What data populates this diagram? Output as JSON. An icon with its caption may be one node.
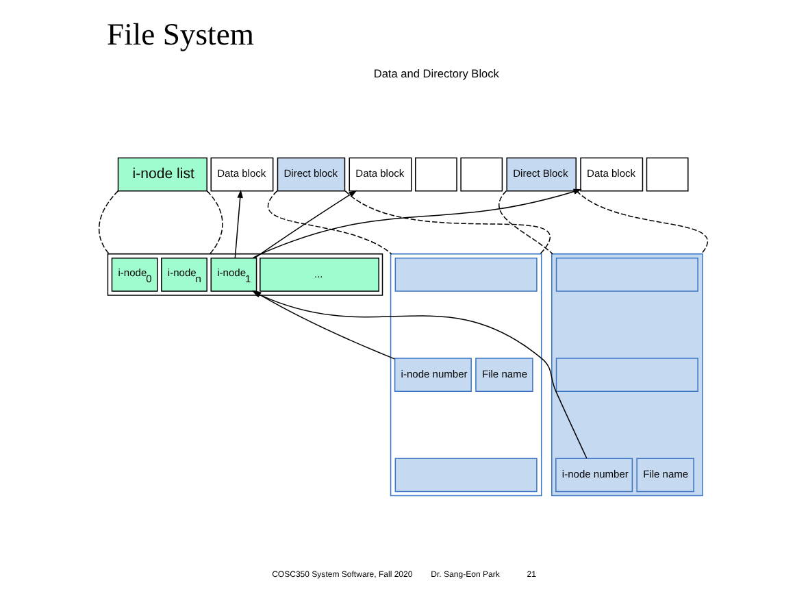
{
  "diagram": {
    "title": "File System",
    "nodes": [
      {
        "text": [
          "i-node list"
        ]
      },
      {
        "text": [
          "Data block"
        ]
      },
      {
        "text": [
          "Direct block"
        ]
      },
      {
        "text": [
          "Data block"
        ]
      },
      {
        "text": [],
        "shape": "box"
      },
      {
        "text": [],
        "shape": "box"
      },
      {
        "text": [
          "Direct Block"
        ]
      },
      {
        "text": [
          "Data block"
        ]
      },
      {
        "text": [],
        "shape": "box"
      },
      {
        "text": [],
        "shape": "box"
      },
      {
        "text": [
          "i-node$_{0}$"
        ],
        "in": 9
      },
      {
        "text": [
          "i-node$_{1}$"
        ],
        "in": 9
      },
      {
        "text": [
          "..."
        ],
        "in": 9
      },
      {
        "text": [
          "i-node$_{n}$"
        ],
        "in": 9
      },
      {
        "text": [],
        "shape": "box"
      },
      {
        "text": [],
        "shape": "box",
        "in": 14
      },
      {
        "text": [
          "i-node number"
        ],
        "in": 14
      },
      {
        "text": [
          "File name"
        ],
        "in": 14
      },
      {
        "text": [],
        "shape": "box",
        "in": 14
      },
      {
        "text": [],
        "shape": "box"
      },
      {
        "text": [],
        "shape": "box",
        "in": 19
      },
      {
        "text": [],
        "shape": "box",
        "in": 19
      },
      {
        "text": [
          "i-node number"
        ],
        "in": 19
      },
      {
        "text": [
          "File name"
        ],
        "in": 19
      }
    ],
    "edges": [
      {
        "from": 0,
        "to": 9,
        "arrow": "none",
        "style": "dashed"
      },
      {
        "from": 0,
        "to": 9,
        "arrow": "none",
        "style": "dashed"
      },
      {
        "from": 2,
        "to": 14,
        "arrow": "none",
        "style": "dashed"
      },
      {
        "from": 2,
        "to": 14,
        "arrow": "none",
        "style": "dashed"
      },
      {
        "from": 6,
        "to": 19,
        "arrow": "none",
        "style": "dashed"
      },
      {
        "from": 6,
        "to": 19,
        "arrow": "none",
        "style": "dashed"
      },
      {
        "from": 11,
        "to": 1,
        "arrow": "to"
      },
      {
        "from": 11,
        "to": 3,
        "arrow": "to"
      },
      {
        "from": 11,
        "to": 7,
        "arrow": "to"
      },
      {
        "from": 16,
        "to": 11,
        "arrow": "to"
      },
      {
        "from": 22,
        "to": 11,
        "arrow": "to"
      }
    ],
    "labels": [
      "Data and Directory Block",
      "COSC350 System Software, Fall 2020",
      "Dr. Sang-Eon Park",
      "21"
    ]
  }
}
